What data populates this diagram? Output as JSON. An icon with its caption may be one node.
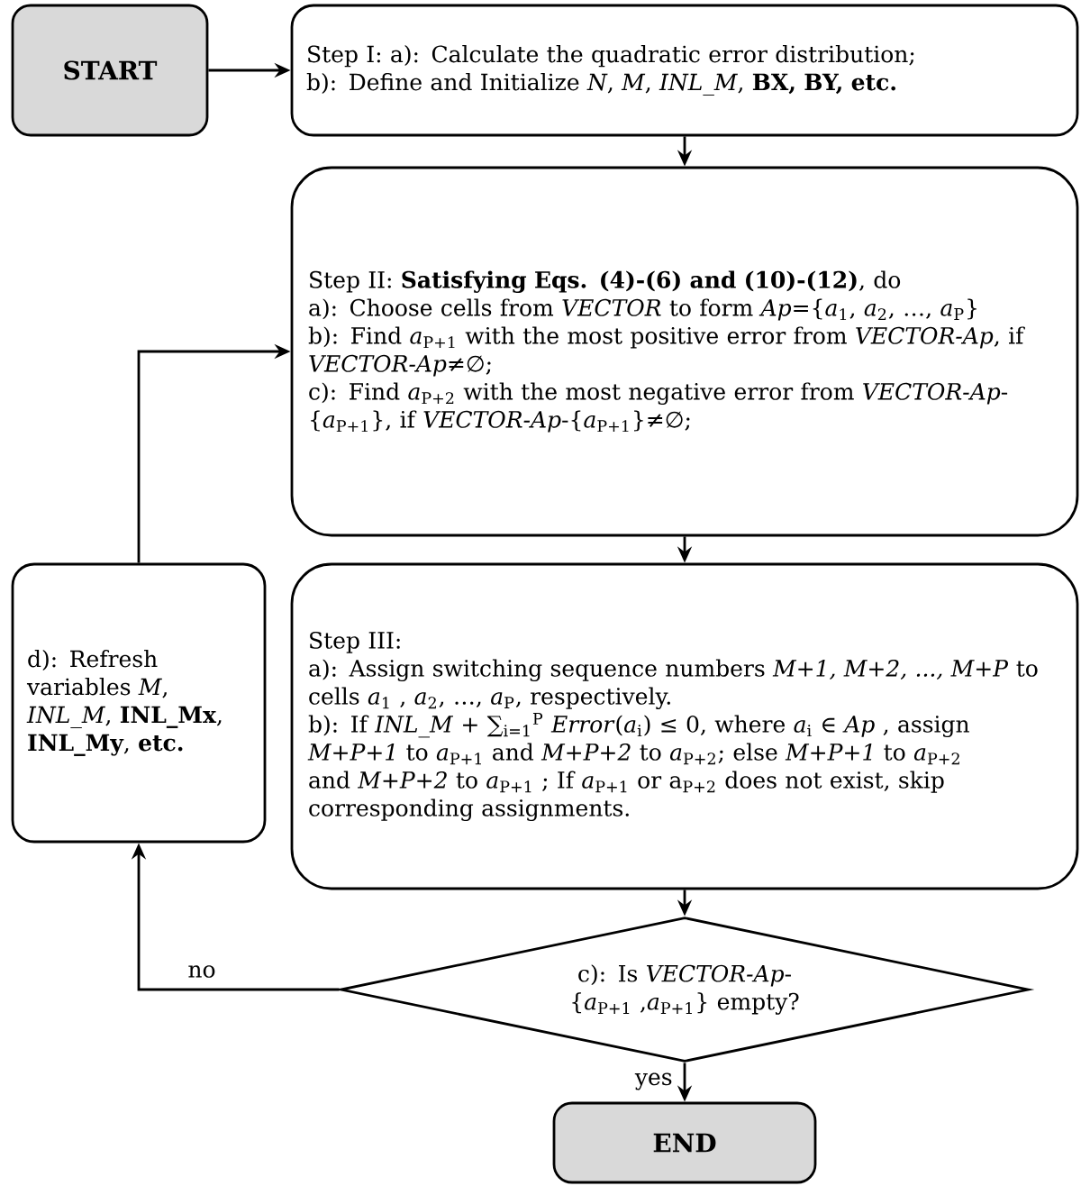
{
  "diagram": {
    "nodes": [
      {
        "text": [
          "START"
        ]
      },
      {
        "text": [
          "Step I: a): Calculate the quadratic error distribution;",
          "b): Define and Initialize *N*, *M*, *INL_M*, **BX, BY, etc.**"
        ]
      },
      {
        "text": [
          "Step II: **Satisfying Eqs. (4)-(6) and (10)-(12)**, do",
          "a): Choose cells from *VECTOR* to form *Ap*={*a*$_{1}$, *a*$_{2}$, …, *a*$_{P}$}",
          "b): Find *a*$_{P+1}$ with the most positive error from *VECTOR-Ap*, if *VECTOR-Ap*≠∅;",
          "c): Find *a*$_{P+2}$ with the most negative error from *VECTOR-Ap*-{*a*$_{P+1}$}, if *VECTOR-Ap*-{*a*$_{P+1}$}≠∅;"
        ]
      },
      {
        "text": [
          "Step III:",
          "a): Assign switching sequence numbers *M+1, M+2, ..., M+P* to cells *a*$_{1}$ , *a*$_{2}$, …, *a*$_{P}$, respectively.",
          "b): If *INL_M* + ∑$_{i=1}$$^{P}$ *Error*(*a*$_{i}$) ≤ 0, where *a*$_{i}$ ∈ *Ap* , assign *M+P+1* to *a*$_{P+1}$ and *M+P+2* to *a*$_{P+2}$; else *M+P+1* to *a*$_{P+2}$ and *M+P+2* to *a*$_{P+1}$ ; If *a*$_{P+1}$ or a$_{P+2}$ does not exist, skip corresponding assignments."
        ]
      },
      {
        "text": [
          "d): Refresh variables *M*, *INL_M*, **INL_Mx**, **INL_My**, **etc.**"
        ]
      },
      {
        "text": [
          "c): Is *VECTOR-Ap*-{*a*$_{P+1}$ ,*a*$_{P+1}$} empty?"
        ]
      },
      {
        "text": [
          "END"
        ]
      }
    ],
    "edges": [
      {
        "from": 0,
        "to": 1,
        "arrow": "to"
      },
      {
        "from": 1,
        "to": 2,
        "arrow": "to"
      },
      {
        "from": 2,
        "to": 3,
        "arrow": "to"
      },
      {
        "from": 3,
        "to": 5,
        "arrow": "to"
      },
      {
        "from": 5,
        "to": 6,
        "arrow": "to",
        "label": "yes"
      },
      {
        "from": 5,
        "to": 4,
        "arrow": "to",
        "label": "no"
      },
      {
        "from": 4,
        "to": 2,
        "arrow": "to"
      }
    ]
  }
}
